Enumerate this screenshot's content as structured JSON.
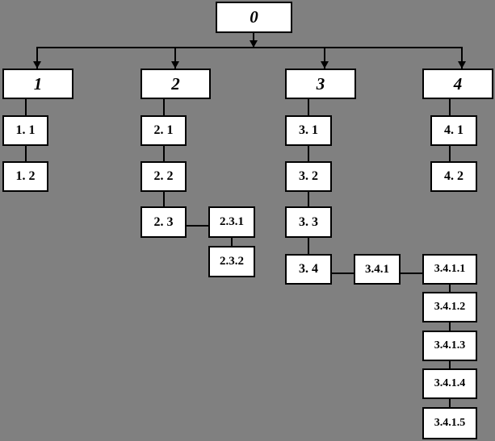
{
  "diagram": {
    "title": "Hierarchical tree diagram",
    "background_color": "#808080",
    "node_fill_color": "#ffffff",
    "node_border_color": "#000000",
    "line_color": "#000000",
    "nodes": {
      "root": {
        "label": "0"
      },
      "n1": {
        "label": "1"
      },
      "n1_1": {
        "label": "1. 1"
      },
      "n1_2": {
        "label": "1. 2"
      },
      "n2": {
        "label": "2"
      },
      "n2_1": {
        "label": "2. 1"
      },
      "n2_2": {
        "label": "2. 2"
      },
      "n2_3": {
        "label": "2. 3"
      },
      "n2_3_1": {
        "label": "2.3.1"
      },
      "n2_3_2": {
        "label": "2.3.2"
      },
      "n3": {
        "label": "3"
      },
      "n3_1": {
        "label": "3. 1"
      },
      "n3_2": {
        "label": "3. 2"
      },
      "n3_3": {
        "label": "3. 3"
      },
      "n3_4": {
        "label": "3. 4"
      },
      "n3_4_1": {
        "label": "3.4.1"
      },
      "n3_4_1_1": {
        "label": "3.4.1.1"
      },
      "n3_4_1_2": {
        "label": "3.4.1.2"
      },
      "n3_4_1_3": {
        "label": "3.4.1.3"
      },
      "n3_4_1_4": {
        "label": "3.4.1.4"
      },
      "n3_4_1_5": {
        "label": "3.4.1.5"
      },
      "n4": {
        "label": "4"
      },
      "n4_1": {
        "label": "4. 1"
      },
      "n4_2": {
        "label": "4. 2"
      }
    }
  }
}
